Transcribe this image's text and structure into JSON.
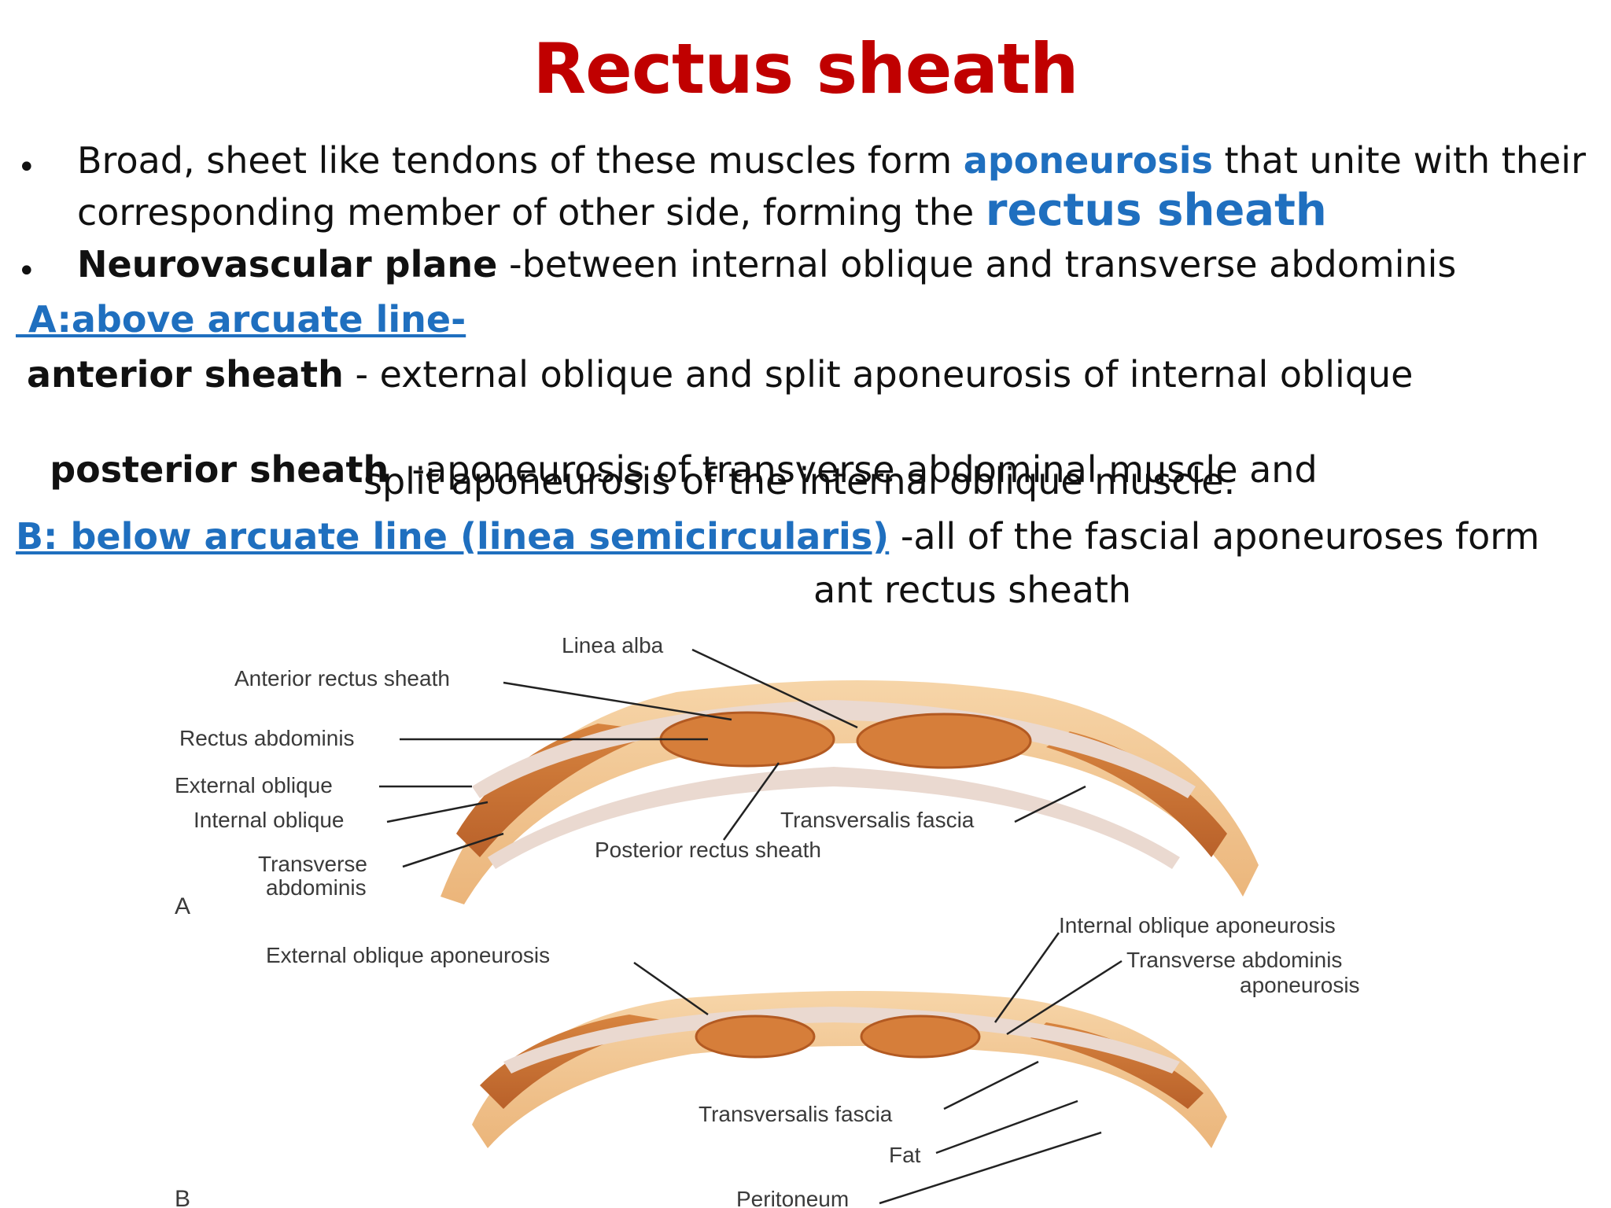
{
  "title": "Rectus sheath",
  "bullets": [
    {
      "line1_pre": "Broad, sheet like tendons of these muscles form ",
      "line1_em": "aponeurosis",
      "line1_post": " that unite with their",
      "line2_pre": "corresponding member of other side, forming  the ",
      "line2_em": "rectus sheath"
    },
    {
      "bold": "Neurovascular plane",
      "rest": " -between  internal oblique and transverse abdominis"
    }
  ],
  "section_a": {
    "heading": " A:above arcuate line-",
    "anterior_label": "anterior sheath",
    "anterior_text": " - external oblique and split aponeurosis of internal oblique",
    "posterior_label": "posterior sheath",
    "posterior_text": "  -aponeurosis of transverse abdominal muscle and",
    "posterior_text2": "split aponeurosis of the internal oblique muscle."
  },
  "section_b": {
    "heading": "B: below arcuate line (linea semicircularis)",
    "text": " -all of the fascial aponeuroses form",
    "text2": "ant rectus sheath"
  },
  "diagram": {
    "panel_a": {
      "letter": "A",
      "labels": {
        "linea_alba": "Linea alba",
        "anterior_rectus_sheath": "Anterior rectus sheath",
        "rectus_abdominis": "Rectus abdominis",
        "external_oblique": "External oblique",
        "internal_oblique": "Internal oblique",
        "transverse": "Transverse",
        "abdominis": "abdominis",
        "transversalis_fascia": "Transversalis fascia",
        "posterior_rectus_sheath": "Posterior rectus sheath"
      }
    },
    "panel_b": {
      "letter": "B",
      "labels": {
        "external_oblique_aponeurosis": "External oblique aponeurosis",
        "internal_oblique_aponeurosis": "Internal oblique aponeurosis",
        "transverse_abdominis": "Transverse abdominis",
        "aponeurosis": "aponeurosis",
        "transversalis_fascia": "Transversalis fascia",
        "fat": "Fat",
        "peritoneum": "Peritoneum"
      }
    },
    "colors": {
      "muscle": "#d98a4a",
      "muscle_dark": "#a8521f",
      "fat": "#f3c48a",
      "sheath": "#e8d8d0",
      "leader": "#222222"
    }
  }
}
